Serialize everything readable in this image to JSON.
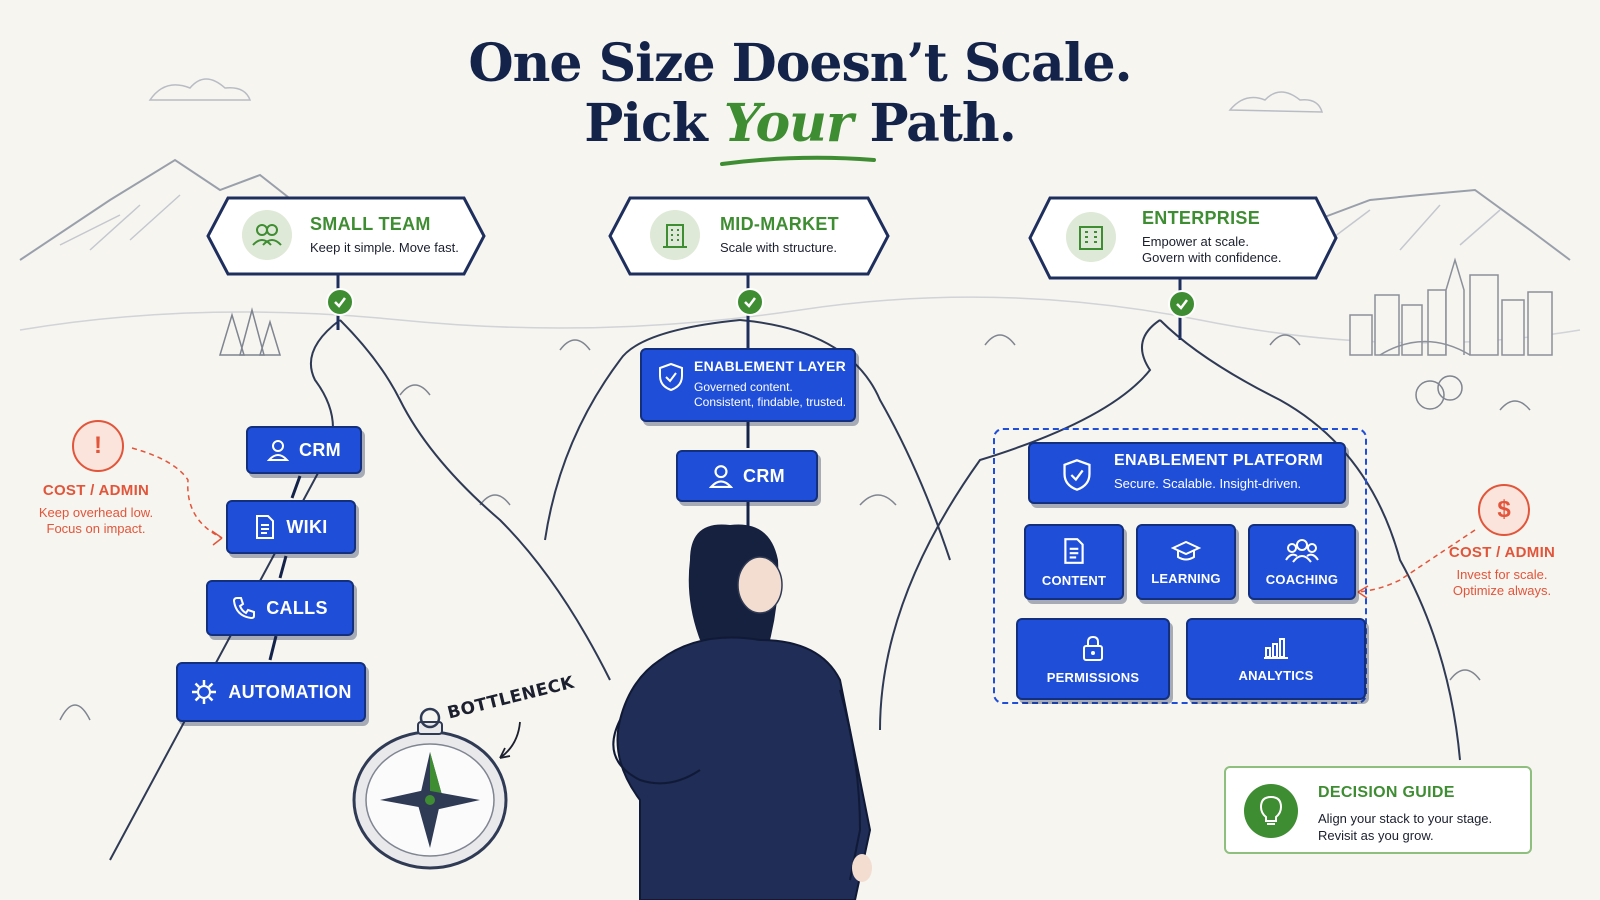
{
  "title": {
    "line1": "One Size Doesn’t Scale.",
    "line2_before": "Pick ",
    "line2_highlight": "Your",
    "line2_after": " Path."
  },
  "paths": {
    "small_team": {
      "title": "SMALL TEAM",
      "subtitle": "Keep it simple. Move fast.",
      "icon": "people-icon",
      "tools": [
        {
          "label": "CRM",
          "icon": "user-icon"
        },
        {
          "label": "WIKI",
          "icon": "document-icon"
        },
        {
          "label": "CALLS",
          "icon": "phone-icon"
        },
        {
          "label": "AUTOMATION",
          "icon": "gear-icon"
        }
      ],
      "cost": {
        "title": "COST / ADMIN",
        "line1": "Keep overhead low.",
        "line2": "Focus on impact.",
        "icon": "exclamation-icon"
      }
    },
    "mid_market": {
      "title": "MID-MARKET",
      "subtitle": "Scale with structure.",
      "icon": "building-icon",
      "layer": {
        "title": "ENABLEMENT LAYER",
        "line1": "Governed content.",
        "line2": "Consistent, findable, trusted.",
        "icon": "shield-check-icon"
      },
      "tools": [
        {
          "label": "CRM",
          "icon": "user-icon"
        }
      ]
    },
    "enterprise": {
      "title": "ENTERPRISE",
      "subtitle_line1": "Empower at scale.",
      "subtitle_line2": "Govern with confidence.",
      "icon": "office-building-icon",
      "platform": {
        "title": "ENABLEMENT PLATFORM",
        "subtitle": "Secure. Scalable. Insight-driven.",
        "icon": "shield-check-icon"
      },
      "modules": [
        {
          "label": "CONTENT",
          "icon": "document-icon"
        },
        {
          "label": "LEARNING",
          "icon": "graduation-cap-icon"
        },
        {
          "label": "COACHING",
          "icon": "people-icon"
        },
        {
          "label": "PERMISSIONS",
          "icon": "lock-icon"
        },
        {
          "label": "ANALYTICS",
          "icon": "bar-chart-icon"
        }
      ],
      "cost": {
        "title": "COST / ADMIN",
        "line1": "Invest for scale.",
        "line2": "Optimize always.",
        "icon": "dollar-icon"
      }
    }
  },
  "bottleneck_label": "BOTTLENECK",
  "decision_guide": {
    "title": "DECISION GUIDE",
    "line1": "Align your stack to your stage.",
    "line2": "Revisit as you grow.",
    "icon": "lightbulb-icon"
  },
  "colors": {
    "navy": "#14234a",
    "green": "#3f8d32",
    "blue": "#1f4ed8",
    "orange": "#e2553a",
    "background": "#f6f5f0"
  }
}
